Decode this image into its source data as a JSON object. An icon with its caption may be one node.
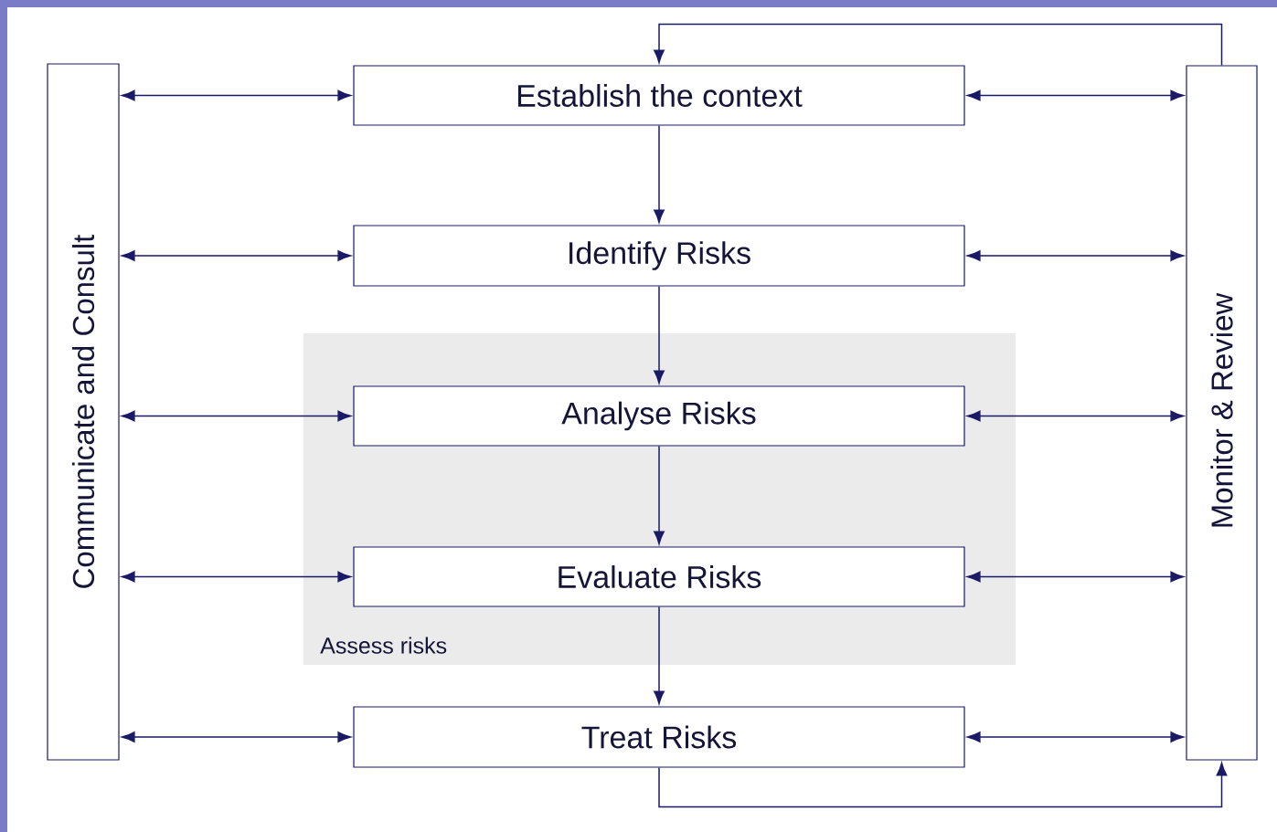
{
  "diagram": {
    "nodes": [
      {
        "text": [
          "Communicate and Consult"
        ]
      },
      {
        "text": [
          "Establish the context"
        ]
      },
      {
        "text": [
          "Identify Risks"
        ]
      },
      {
        "text": [
          "Assess risks"
        ]
      },
      {
        "text": [
          "Analyse Risks"
        ],
        "in": 3
      },
      {
        "text": [
          "Evaluate Risks"
        ],
        "in": 3
      },
      {
        "text": [
          "Treat Risks"
        ]
      },
      {
        "text": [
          "Monitor & Review"
        ]
      }
    ],
    "edges": [
      {
        "from": 0,
        "to": 1,
        "arrow": "both"
      },
      {
        "from": 0,
        "to": 2,
        "arrow": "both"
      },
      {
        "from": 0,
        "to": 4,
        "arrow": "both"
      },
      {
        "from": 0,
        "to": 5,
        "arrow": "both"
      },
      {
        "from": 0,
        "to": 6,
        "arrow": "both"
      },
      {
        "from": 1,
        "to": 7,
        "arrow": "both"
      },
      {
        "from": 2,
        "to": 7,
        "arrow": "both"
      },
      {
        "from": 4,
        "to": 7,
        "arrow": "both"
      },
      {
        "from": 5,
        "to": 7,
        "arrow": "both"
      },
      {
        "from": 6,
        "to": 7,
        "arrow": "both"
      },
      {
        "from": 1,
        "to": 2,
        "arrow": "to"
      },
      {
        "from": 2,
        "to": 4,
        "arrow": "to"
      },
      {
        "from": 4,
        "to": 5,
        "arrow": "to"
      },
      {
        "from": 5,
        "to": 6,
        "arrow": "to"
      },
      {
        "from": 6,
        "to": 7,
        "arrow": "to"
      },
      {
        "from": 7,
        "to": 1,
        "arrow": "to"
      }
    ]
  }
}
